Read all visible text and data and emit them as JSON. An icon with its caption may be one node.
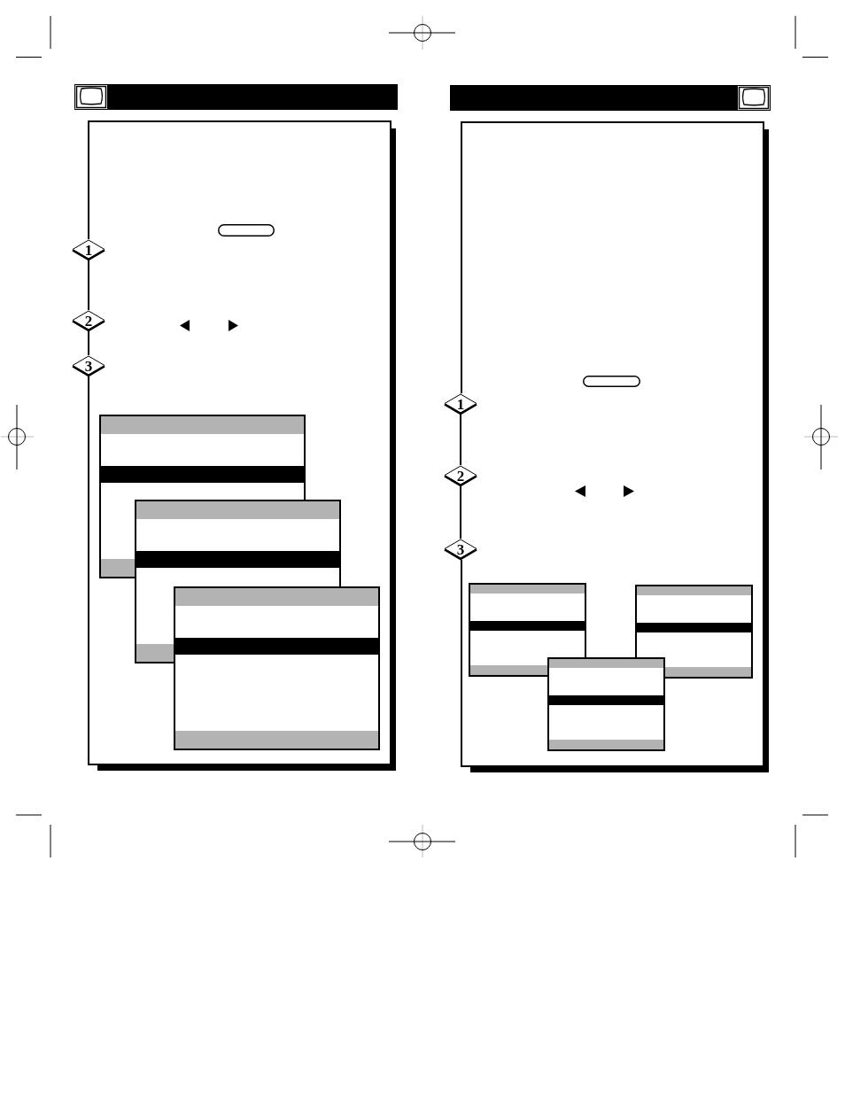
{
  "diagram": {
    "nodes": [
      {
        "text": [
          "1"
        ]
      },
      {
        "text": [
          "2"
        ]
      },
      {
        "text": [
          "3"
        ]
      },
      {
        "text": [
          "1"
        ]
      },
      {
        "text": [
          "2"
        ]
      },
      {
        "text": [
          "3"
        ]
      }
    ],
    "edges": [
      {
        "from": 0,
        "to": 1,
        "arrow": "none"
      },
      {
        "from": 1,
        "to": 2,
        "arrow": "none"
      },
      {
        "from": 3,
        "to": 4,
        "arrow": "none"
      },
      {
        "from": 4,
        "to": 5,
        "arrow": "none"
      }
    ]
  }
}
